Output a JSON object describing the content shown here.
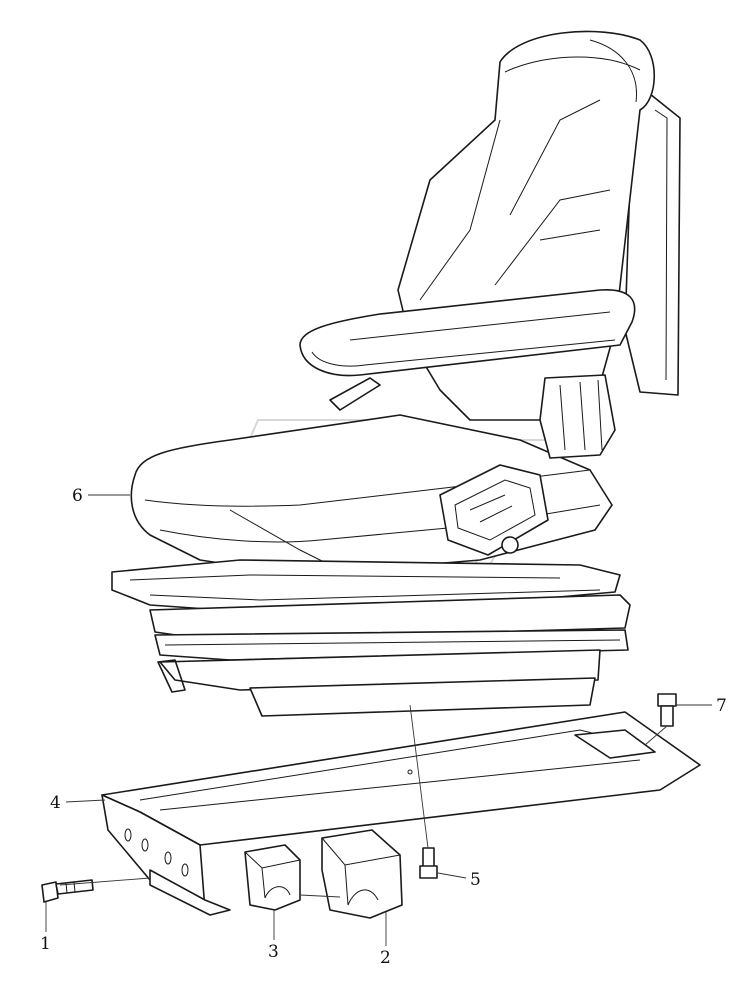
{
  "callouts": {
    "c1": "1",
    "c2": "2",
    "c3": "3",
    "c4": "4",
    "c5": "5",
    "c6": "6",
    "c7": "7"
  },
  "colors": {
    "line": "#1a1a1a",
    "background": "#ffffff",
    "watermark": "#d7d7d7"
  }
}
